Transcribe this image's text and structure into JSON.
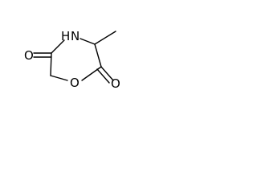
{
  "molecule": {
    "atoms": {
      "nitrogen": {
        "text": "N",
        "suffix": "H"
      },
      "ring_oxygen": {
        "text": "O"
      },
      "carbonyl_oxygen_left": {
        "text": "O"
      },
      "carbonyl_oxygen_right": {
        "text": "O"
      }
    },
    "substituent": {
      "name": "methyl"
    }
  },
  "colors": {
    "bond": "#000000",
    "label": "#000000",
    "background": "#ffffff"
  }
}
